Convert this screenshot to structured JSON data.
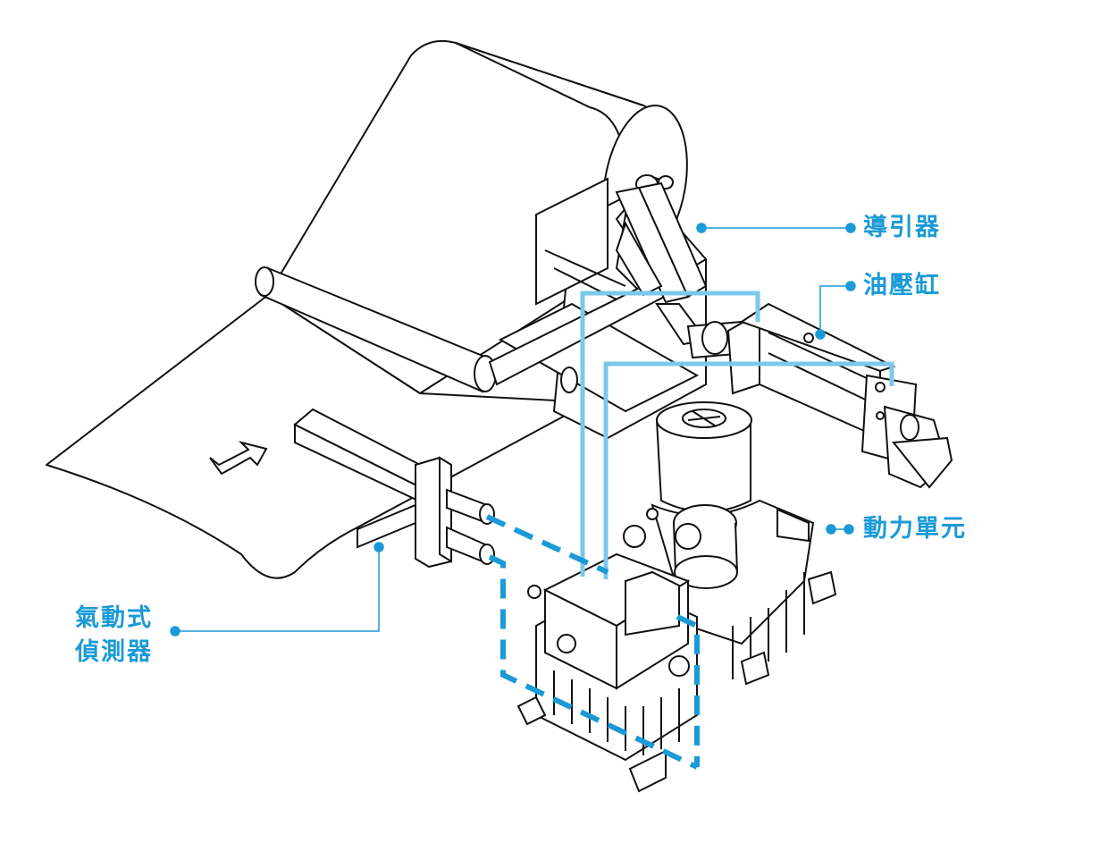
{
  "labels": {
    "guide": "導引器",
    "cylinder": "油壓缸",
    "power_unit": "動力單元",
    "sensor_line1": "氣動式",
    "sensor_line2": "偵測器"
  },
  "colors": {
    "accent": "#1a9ad6",
    "hose": "#7cc8ec",
    "ink": "#111111"
  }
}
